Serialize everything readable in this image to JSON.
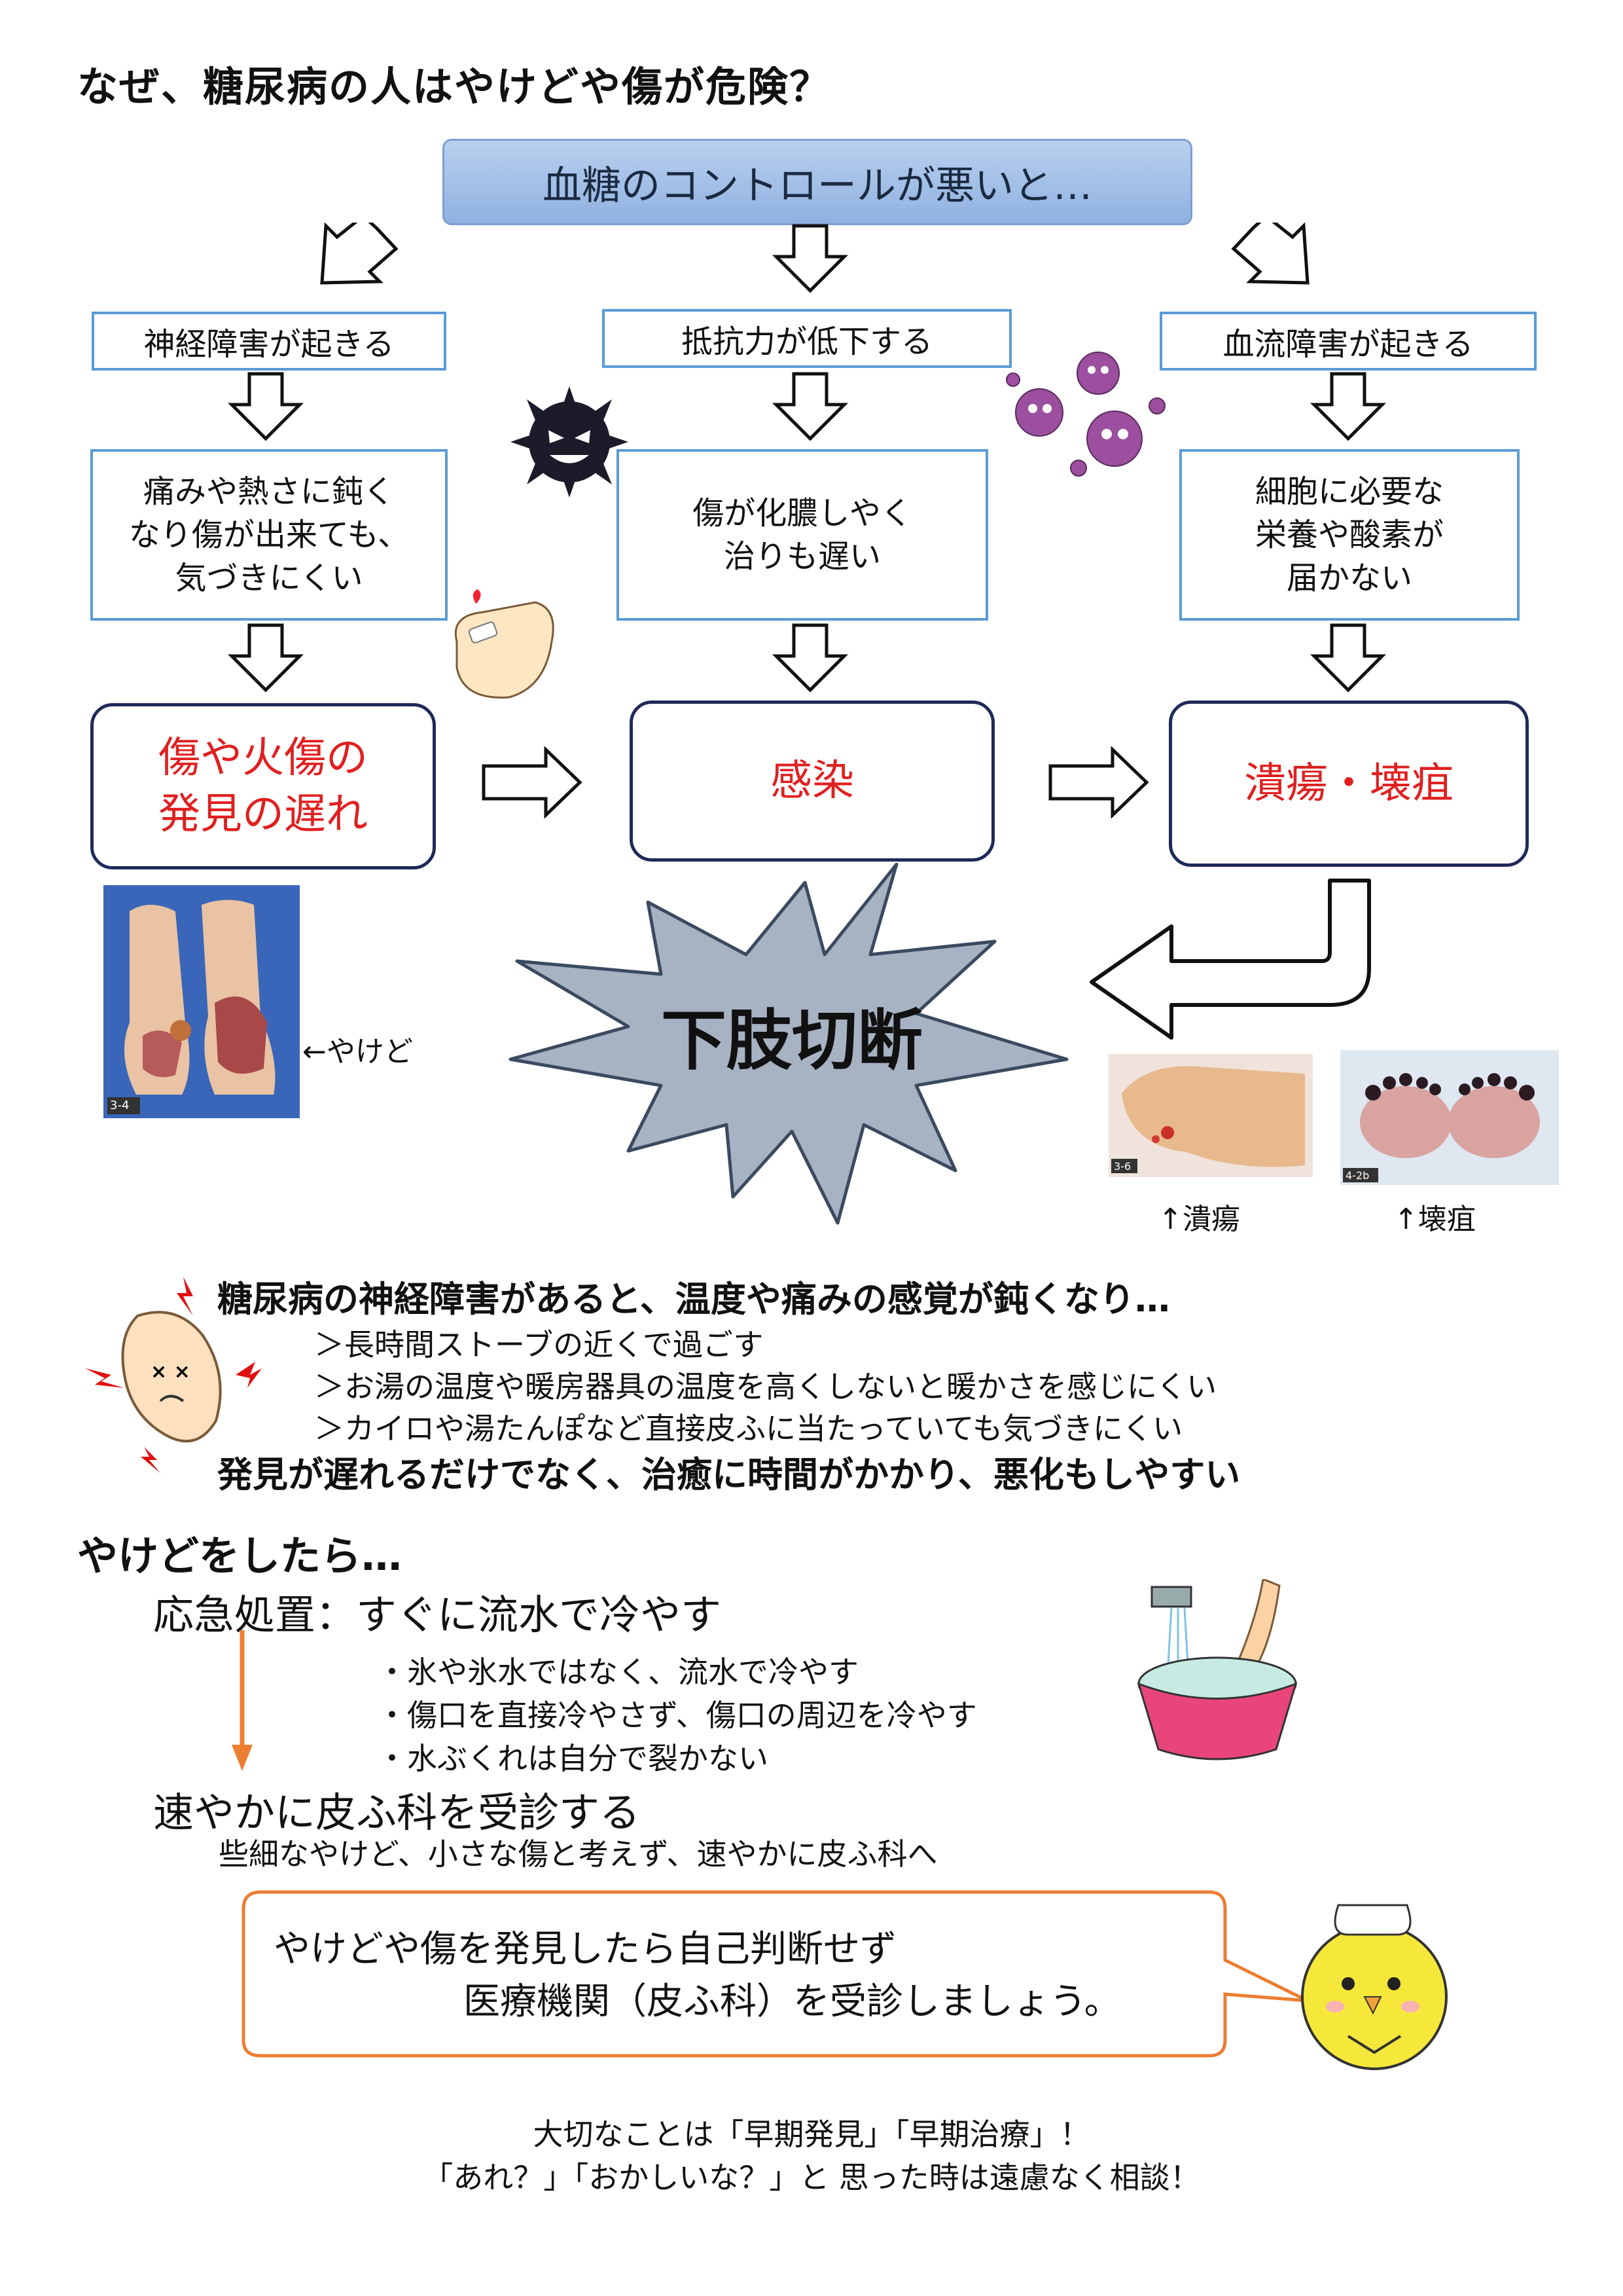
{
  "title": "なぜ、糖尿病の人はやけどや傷が危険？",
  "top_box": "血糖のコントロールが悪いと…",
  "columns": {
    "left": {
      "header": "神経障害が起きる",
      "detail": [
        "痛みや熱さに鈍く",
        "なり傷が出来ても、",
        "気づきにくい"
      ],
      "result": [
        "傷や火傷の",
        "発見の遅れ"
      ]
    },
    "center": {
      "header": "抵抗力が低下する",
      "detail": [
        "傷が化膿しやく",
        "治りも遅い"
      ],
      "result": [
        "感染"
      ]
    },
    "right": {
      "header": "血流障害が起きる",
      "detail": [
        "細胞に必要な",
        "栄養や酸素が",
        "届かない"
      ],
      "result": [
        "潰瘍・壊疽"
      ]
    }
  },
  "amputation": "下肢切断",
  "photos": {
    "burn": {
      "caption": "←やけど",
      "tag": "3-4"
    },
    "ulcer": {
      "caption": "↑潰瘍",
      "tag": "3-6"
    },
    "gangrene": {
      "caption": "↑壊疽",
      "tag": "4-2b"
    }
  },
  "neuro": {
    "lead": "糖尿病の神経障害があると、温度や痛みの感覚が鈍くなり…",
    "items": [
      "＞長時間ストーブの近くで過ごす",
      "＞お湯の温度や暖房器具の温度を高くしないと暖かさを感じにくい",
      "＞カイロや湯たんぽなど直接皮ふに当たっていても気づきにくい"
    ],
    "conclusion": "発見が遅れるだけでなく、治癒に時間がかかり、悪化もしやすい"
  },
  "burn_care": {
    "heading": "やけどをしたら…",
    "first_aid": "応急処置：すぐに流水で冷やす",
    "bullets": [
      "・氷や氷水ではなく、流水で冷やす",
      "・傷口を直接冷やさず、傷口の周辺を冷やす",
      "・水ぶくれは自分で裂かない"
    ],
    "clinic": "速やかに皮ふ科を受診する",
    "clinic_note": "些細なやけど、小さな傷と考えず、速やかに皮ふ科へ"
  },
  "callout": {
    "line1": "やけどや傷を発見したら自己判断せず",
    "line2": "医療機関（皮ふ科）を受診しましょう。"
  },
  "footer": {
    "line1": "大切なことは「早期発見」「早期治療」！",
    "line2": "「あれ？」「おかしいな？」と 思った時は遠慮なく相談！"
  },
  "colors": {
    "accent_blue": "#5b9bd5",
    "alert_red": "#e02020",
    "navy": "#1f2a5a",
    "orange": "#ed7d31",
    "star_gray": "#a7b3c3"
  }
}
